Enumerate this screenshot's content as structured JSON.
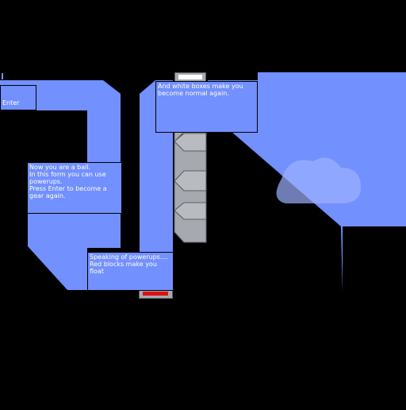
{
  "game": {
    "colors": {
      "sky": "#7390ff",
      "void": "#000000",
      "block_steel": "#a6aab0",
      "block_edge": "#5a5e66",
      "powerup_red": "#e01010",
      "powerup_white": "#ffffff",
      "cloud": "#9db0ff"
    },
    "hints": {
      "enter": "Enter",
      "ball": "Now you are a ball.\n In this form you can use powerups.\nPress Enter to become a gear again.",
      "powerups": "Speaking of powerups....\nRed blocks make you float",
      "white_boxes": "And white boxes make you become normal again."
    },
    "powerups": [
      {
        "name": "white-powerup-top",
        "kind": "white"
      },
      {
        "name": "white-powerup-mid",
        "kind": "white"
      },
      {
        "name": "red-powerup",
        "kind": "red"
      }
    ]
  }
}
